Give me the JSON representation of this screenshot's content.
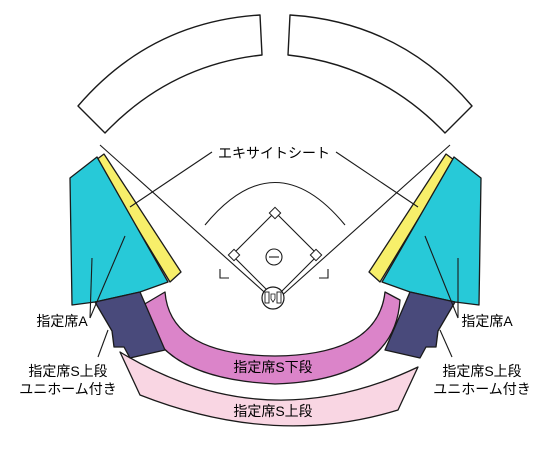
{
  "labels": {
    "excite_seat": "エキサイトシート",
    "seat_a_left": "指定席A",
    "seat_a_right": "指定席A",
    "seat_s_lower": "指定席S下段",
    "seat_s_upper": "指定席S上段",
    "uniform_left_line1": "指定席S上段",
    "uniform_left_line2": "ユニホーム付き",
    "uniform_right_line1": "指定席S上段",
    "uniform_right_line2": "ユニホーム付き"
  },
  "colors": {
    "excite_seat": "#f7ef6a",
    "seat_a": "#27c9d8",
    "seat_s_lower": "#db84c9",
    "seat_s_upper": "#f9d6e3",
    "uniform": "#494a7b",
    "outfield_stands": "#ffffff"
  }
}
